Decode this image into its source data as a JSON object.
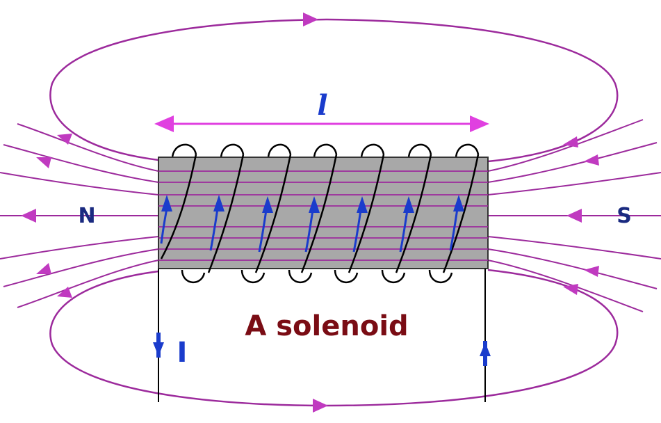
{
  "diagram": {
    "title": "A solenoid",
    "north_label": "N",
    "south_label": "S",
    "length_label": "l",
    "current_label": "I",
    "colors": {
      "field_line": "#9c2a9c",
      "length_arrow": "#e040e0",
      "current": "#1a3ccc",
      "pole_label": "#1a2a80",
      "title": "#7a0c14",
      "core_fill": "#a8a8a8",
      "coil": "#000000"
    }
  }
}
